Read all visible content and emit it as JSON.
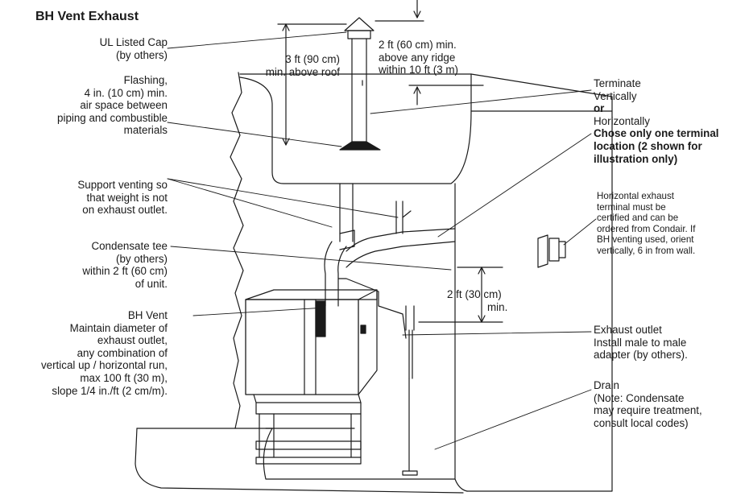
{
  "title": "BH Vent Exhaust",
  "labels": {
    "ul_cap": [
      "UL Listed Cap",
      "(by others)"
    ],
    "flashing": [
      "Flashing,",
      "4 in. (10 cm) min.",
      "air space between",
      "piping and combustible",
      "materials"
    ],
    "above_roof": [
      "3 ft (90 cm)",
      "min. above roof"
    ],
    "above_ridge": [
      "2 ft (60 cm) min.",
      "above any ridge",
      "within 10 ft (3 m)"
    ],
    "terminate": [
      "Terminate",
      "Vertically",
      "or",
      "Horizontally",
      "Chose only one terminal",
      "location (2 shown for",
      "illustration only)"
    ],
    "support": [
      "Support venting so",
      "that weight is not",
      "on exhaust outlet."
    ],
    "horizontal_terminal": [
      "Horizontal exhaust",
      "terminal must be",
      "certified and can be",
      "ordered from Condair. If",
      "BH venting used, orient",
      "vertically, 6 in from wall."
    ],
    "condensate_tee": [
      "Condensate tee",
      "(by others)",
      "within 2 ft (60 cm)",
      "of unit."
    ],
    "drop": [
      "2 ft (30 cm)",
      "min."
    ],
    "bh_vent": [
      "BH Vent",
      "Maintain diameter of",
      "exhaust outlet,",
      "any combination of",
      "vertical up / horizontal run,",
      "max 100 ft (30 m),",
      "slope 1/4 in./ft (2 cm/m)."
    ],
    "exhaust_outlet": [
      "Exhaust outlet",
      "Install male to male",
      "adapter (by others)."
    ],
    "drain": [
      "Drain",
      "(Note: Condensate",
      "may require treatment,",
      "consult local codes)"
    ]
  }
}
